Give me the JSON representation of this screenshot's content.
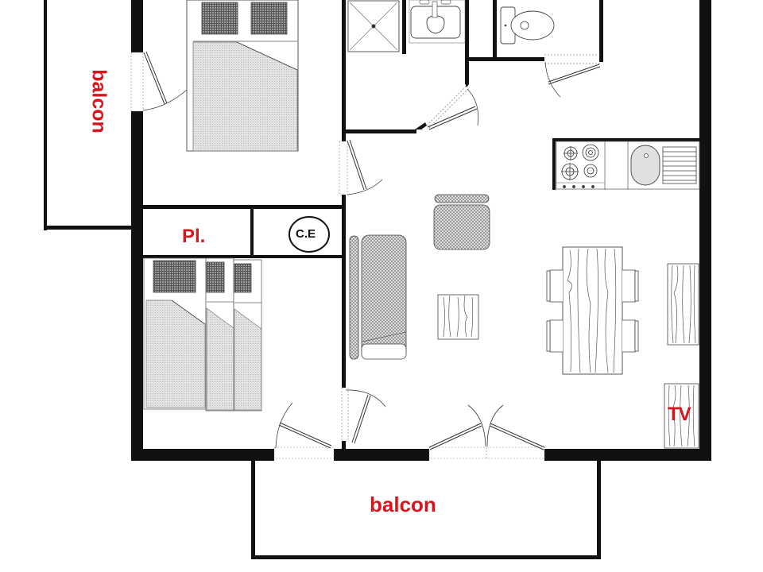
{
  "plan": {
    "type": "apartment floor plan",
    "rooms": [
      {
        "id": "bedroom-1",
        "furniture": [
          "double-bed",
          "pillow",
          "pillow"
        ]
      },
      {
        "id": "bedroom-2",
        "furniture": [
          "single-bed",
          "single-bed",
          "single-bed"
        ]
      },
      {
        "id": "bathroom",
        "furniture": [
          "shower",
          "washbasin"
        ]
      },
      {
        "id": "wc",
        "furniture": [
          "toilet"
        ]
      },
      {
        "id": "living-room",
        "furniture": [
          "sofa",
          "armchair",
          "coffee-table",
          "dining-table",
          "chair",
          "chair",
          "chair",
          "chair",
          "sideboard",
          "tv-stand"
        ]
      },
      {
        "id": "kitchen",
        "furniture": [
          "cooktop",
          "sink",
          "drainer"
        ]
      }
    ]
  },
  "labels": {
    "balcon_left": "balcon",
    "balcon_bottom": "balcon",
    "placard": "Pl.",
    "ce": "C.E",
    "tv": "TV"
  },
  "colors": {
    "label": "#d8141c",
    "wall": "#111111",
    "bed_fill": "#d6d6d6",
    "pillow_fill": "#8a8a8a"
  }
}
